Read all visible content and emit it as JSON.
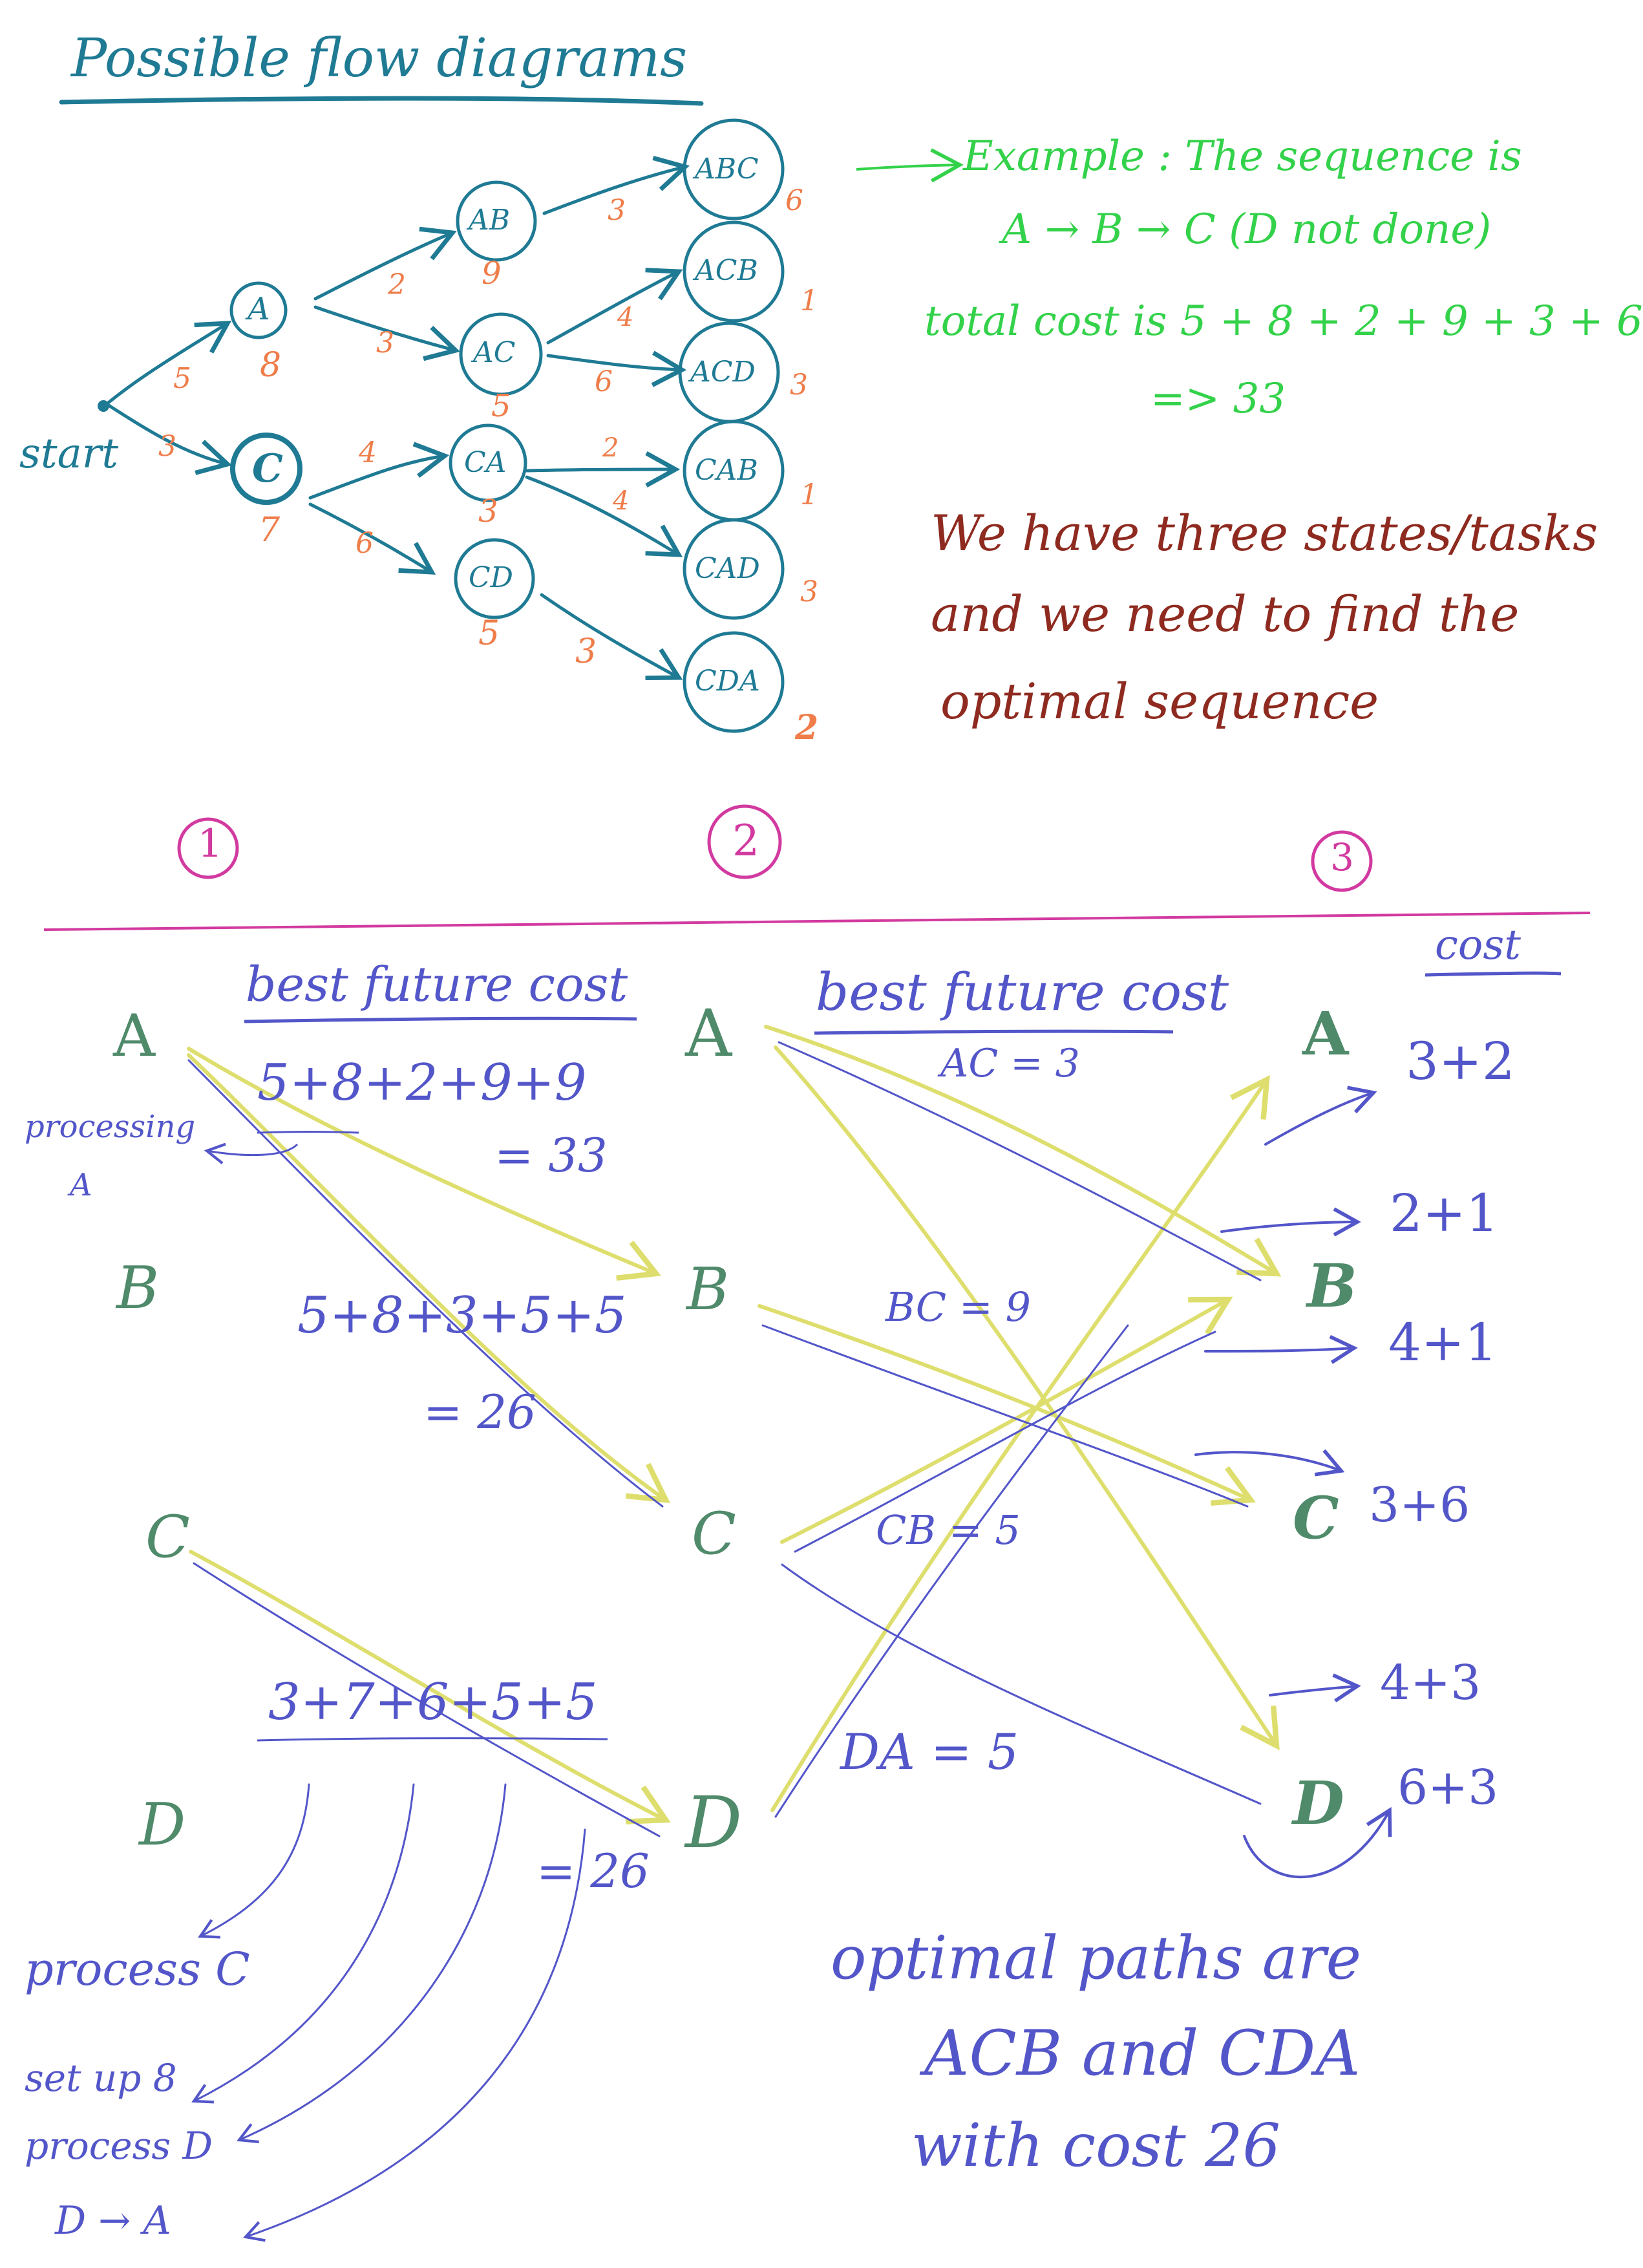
{
  "title": "Possible flow diagrams",
  "tree": {
    "start_label": "start",
    "nodes": [
      {
        "id": "A",
        "label": "A",
        "cost": "8"
      },
      {
        "id": "C",
        "label": "C",
        "cost": "7"
      },
      {
        "id": "AB",
        "label": "AB",
        "cost": "9"
      },
      {
        "id": "AC",
        "label": "AC",
        "cost": "5"
      },
      {
        "id": "CA",
        "label": "CA",
        "cost": "3"
      },
      {
        "id": "CD",
        "label": "CD",
        "cost": "5"
      },
      {
        "id": "ABC",
        "label": "ABC",
        "cost": "6"
      },
      {
        "id": "ACB",
        "label": "ACB",
        "cost": "1"
      },
      {
        "id": "ACD",
        "label": "ACD",
        "cost": "3"
      },
      {
        "id": "CAB",
        "label": "CAB",
        "cost": "1"
      },
      {
        "id": "CAD",
        "label": "CAD",
        "cost": "3"
      },
      {
        "id": "CDA",
        "label": "CDA",
        "cost": "2"
      }
    ],
    "edges": [
      {
        "from": "start",
        "to": "A",
        "weight": "5"
      },
      {
        "from": "start",
        "to": "C",
        "weight": "3"
      },
      {
        "from": "A",
        "to": "AB",
        "weight": "2"
      },
      {
        "from": "A",
        "to": "AC",
        "weight": "3"
      },
      {
        "from": "C",
        "to": "CA",
        "weight": "4"
      },
      {
        "from": "C",
        "to": "CD",
        "weight": "6"
      },
      {
        "from": "AB",
        "to": "ABC",
        "weight": "3"
      },
      {
        "from": "AC",
        "to": "ACB",
        "weight": "4"
      },
      {
        "from": "AC",
        "to": "ACD",
        "weight": "6"
      },
      {
        "from": "CA",
        "to": "CAB",
        "weight": "2"
      },
      {
        "from": "CA",
        "to": "CAD",
        "weight": "4"
      },
      {
        "from": "CD",
        "to": "CDA",
        "weight": "3"
      }
    ]
  },
  "example": {
    "line1": "Example : The sequence is",
    "line2": "A → B → C  (D not done)",
    "line3": "total cost is  5 + 8 + 2 + 9 + 3 + 6",
    "line4": "=> 33"
  },
  "note": {
    "line1": "We have three states/tasks",
    "line2": "and we need to find the",
    "line3": "optimal sequence"
  },
  "stage_numbers": [
    "1",
    "2",
    "3"
  ],
  "stage1": {
    "header": "best future cost",
    "letters": [
      "A",
      "B",
      "C",
      "D"
    ],
    "processing_label": "processing",
    "processing_task": "A",
    "calc1_line1": "5+8+2+9+9",
    "calc1_line2": "= 33",
    "calc2_line1": "5+8+3+5+5",
    "calc2_line2": "= 26",
    "calc3_line1": "3+7+6+5+5",
    "calc3_line2": "= 26",
    "steps": [
      "process C",
      "set up 8",
      "process D",
      "D → A"
    ]
  },
  "stage2": {
    "header": "best future cost",
    "letters": [
      "A",
      "B",
      "C",
      "D"
    ],
    "costs": [
      "AC = 3",
      "BC = 9",
      "CB = 5",
      "DA = 5"
    ]
  },
  "stage3": {
    "header": "cost",
    "letters": [
      "A",
      "B",
      "C",
      "D"
    ],
    "costs": [
      "3+2",
      "2+1",
      "4+1",
      "3+6",
      "4+3",
      "6+3"
    ]
  },
  "conclusion": {
    "line1": "optimal paths are",
    "line2": "ACB  and  CDA",
    "line3": "with cost 26"
  },
  "colors": {
    "teal": "#1f7a94",
    "orange": "#ef7d4a",
    "green": "#33d24a",
    "maroon": "#8e2a1f",
    "blue": "#5356c9",
    "yellow": "#dede6e",
    "sage": "#4f8a6a",
    "magenta": "#d23aa0"
  }
}
